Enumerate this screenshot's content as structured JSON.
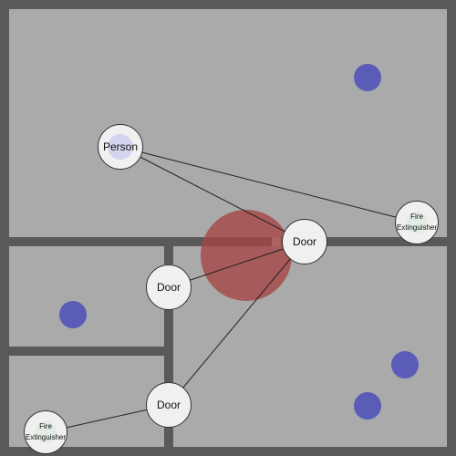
{
  "labels": {
    "person": "Person",
    "door": "Door",
    "fire_extinguisher_line1": "Fire",
    "fire_extinguisher_line2": "Extinguisher"
  },
  "colors": {
    "wall": "#595959",
    "floor": "#aaaaaa",
    "doorway": "#c8c8c8",
    "blue_marker": "#5b5bb8",
    "fire_zone": "#a54444",
    "node_fill": "#f0f0f0",
    "connector": "#222222"
  },
  "icons": {
    "blue_marker": "blue-circle-marker",
    "fire_zone": "red-fire-zone"
  }
}
